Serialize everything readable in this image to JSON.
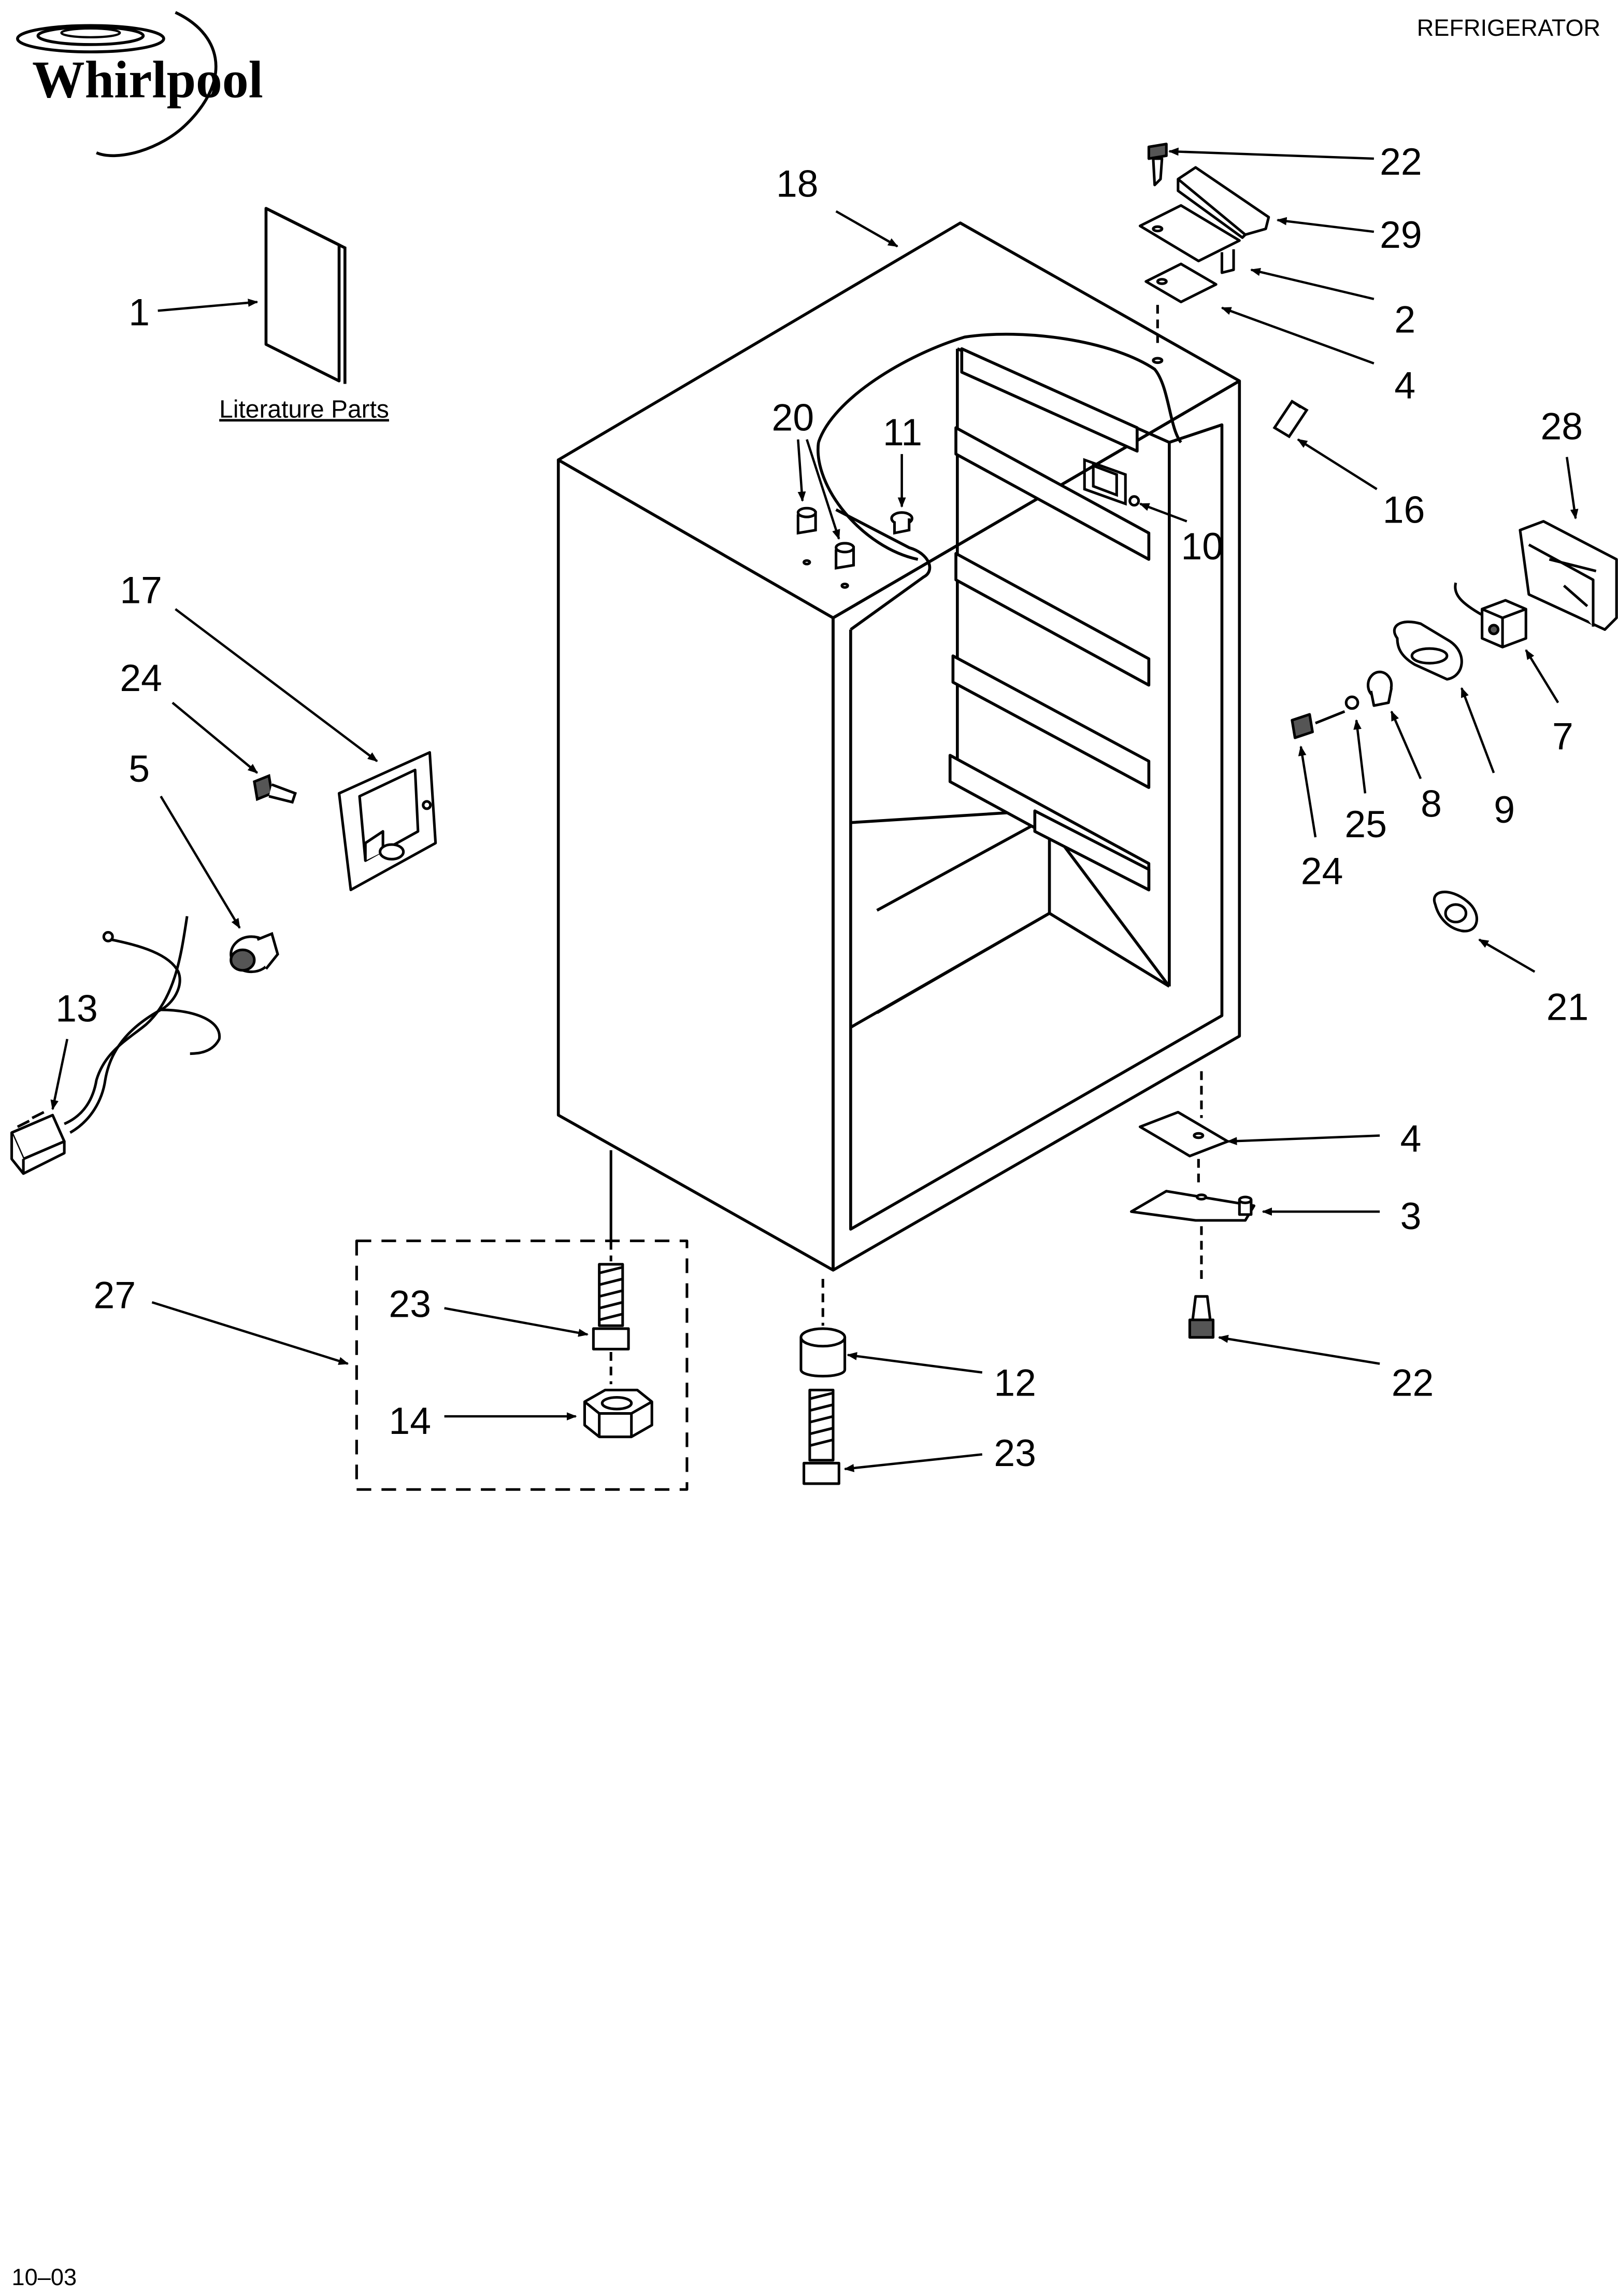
{
  "header": {
    "section_title": "REFRIGERATOR"
  },
  "logo": {
    "brand": "Whirlpool"
  },
  "literature": {
    "caption": "Literature Parts"
  },
  "callouts": {
    "c1": "1",
    "c2": "2",
    "c3": "3",
    "c4_top": "4",
    "c4_bottom": "4",
    "c5": "5",
    "c7": "7",
    "c8": "8",
    "c9": "9",
    "c10": "10",
    "c11": "11",
    "c12": "12",
    "c13": "13",
    "c14": "14",
    "c16": "16",
    "c17": "17",
    "c18": "18",
    "c20": "20",
    "c21": "21",
    "c22_top": "22",
    "c22_bottom": "22",
    "c23_left": "23",
    "c23_right": "23",
    "c24_left": "24",
    "c24_right": "24",
    "c25": "25",
    "c27": "27",
    "c28": "28",
    "c29": "29"
  },
  "footer": {
    "date_code": "10–03"
  }
}
